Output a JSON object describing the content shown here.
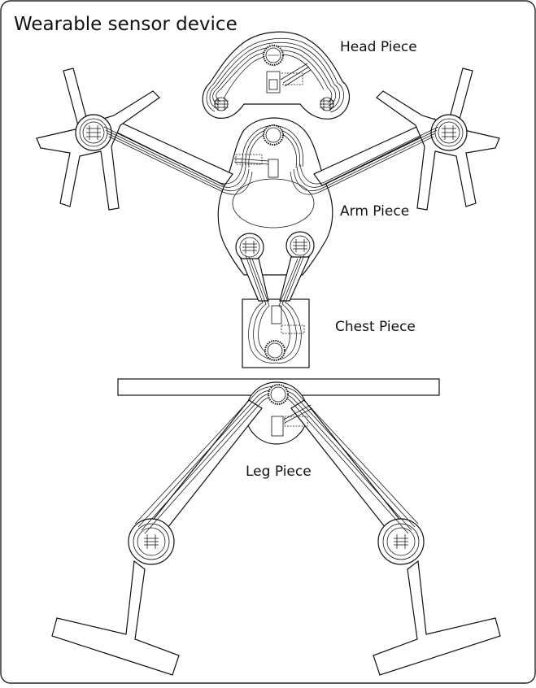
{
  "title": "Wearable sensor device",
  "labels": {
    "head": "Head Piece",
    "arm": "Arm Piece",
    "chest": "Chest Piece",
    "leg": "Leg Piece"
  }
}
